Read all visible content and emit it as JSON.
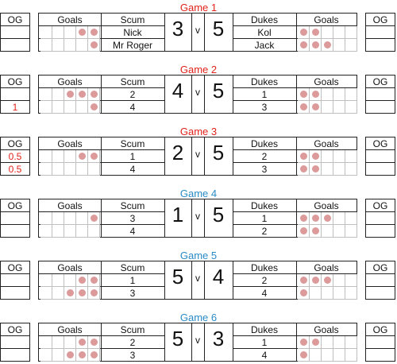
{
  "colors": {
    "title_red": "#e0231b",
    "title_blue": "#2a8bc6",
    "og_value": "#e0231b",
    "goal_dot": "#dc9a9a"
  },
  "games": [
    {
      "title": "Game 1",
      "title_color": "red",
      "og_left_header": "OG",
      "og_left": [
        "",
        ""
      ],
      "og_right_header": "OG",
      "og_right": [
        "",
        ""
      ],
      "left_goals_header": "Goals",
      "left_goals": [
        [
          0,
          0,
          0,
          1,
          1
        ],
        [
          0,
          0,
          0,
          0,
          1
        ]
      ],
      "home_team": "Scum",
      "home_players": [
        "Nick",
        "Mr Roger"
      ],
      "home_score": "3",
      "vs": "v",
      "away_score": "5",
      "away_team": "Dukes",
      "away_players": [
        "Kol",
        "Jack"
      ],
      "right_goals_header": "Goals",
      "right_goals": [
        [
          1,
          1,
          0,
          0,
          0
        ],
        [
          1,
          1,
          1,
          0,
          0
        ]
      ]
    },
    {
      "title": "Game 2",
      "title_color": "red",
      "og_left_header": "OG",
      "og_left": [
        "",
        "1"
      ],
      "og_right_header": "OG",
      "og_right": [
        "",
        ""
      ],
      "left_goals_header": "Goals",
      "left_goals": [
        [
          0,
          0,
          1,
          1,
          1
        ],
        [
          0,
          0,
          0,
          0,
          1
        ]
      ],
      "home_team": "Scum",
      "home_players": [
        "2",
        "4"
      ],
      "home_score": "4",
      "vs": "v",
      "away_score": "5",
      "away_team": "Dukes",
      "away_players": [
        "1",
        "3"
      ],
      "right_goals_header": "Goals",
      "right_goals": [
        [
          1,
          1,
          0,
          0,
          0
        ],
        [
          1,
          1,
          0,
          0,
          0
        ]
      ]
    },
    {
      "title": "Game 3",
      "title_color": "red",
      "og_left_header": "OG",
      "og_left": [
        "0.5",
        "0.5"
      ],
      "og_right_header": "OG",
      "og_right": [
        "",
        ""
      ],
      "left_goals_header": "Goals",
      "left_goals": [
        [
          0,
          0,
          0,
          1,
          1
        ],
        [
          0,
          0,
          0,
          0,
          0
        ]
      ],
      "home_team": "Scum",
      "home_players": [
        "1",
        "4"
      ],
      "home_score": "2",
      "vs": "v",
      "away_score": "5",
      "away_team": "Dukes",
      "away_players": [
        "2",
        "3"
      ],
      "right_goals_header": "Goals",
      "right_goals": [
        [
          1,
          1,
          0,
          0,
          0
        ],
        [
          1,
          1,
          0,
          0,
          0
        ]
      ]
    },
    {
      "title": "Game 4",
      "title_color": "blue",
      "og_left_header": "OG",
      "og_left": [
        "",
        ""
      ],
      "og_right_header": "OG",
      "og_right": [
        "",
        ""
      ],
      "left_goals_header": "Goals",
      "left_goals": [
        [
          0,
          0,
          0,
          0,
          1
        ],
        [
          0,
          0,
          0,
          0,
          0
        ]
      ],
      "home_team": "Scum",
      "home_players": [
        "3",
        "4"
      ],
      "home_score": "1",
      "vs": "v",
      "away_score": "5",
      "away_team": "Dukes",
      "away_players": [
        "1",
        "2"
      ],
      "right_goals_header": "Goals",
      "right_goals": [
        [
          1,
          1,
          1,
          0,
          0
        ],
        [
          1,
          1,
          0,
          0,
          0
        ]
      ]
    },
    {
      "title": "Game 5",
      "title_color": "blue",
      "og_left_header": "OG",
      "og_left": [
        "",
        ""
      ],
      "og_right_header": "OG",
      "og_right": [
        "",
        ""
      ],
      "left_goals_header": "Goals",
      "left_goals": [
        [
          0,
          0,
          0,
          1,
          1
        ],
        [
          0,
          0,
          1,
          1,
          1
        ]
      ],
      "home_team": "Scum",
      "home_players": [
        "1",
        "3"
      ],
      "home_score": "5",
      "vs": "v",
      "away_score": "4",
      "away_team": "Dukes",
      "away_players": [
        "2",
        "4"
      ],
      "right_goals_header": "Goals",
      "right_goals": [
        [
          1,
          1,
          1,
          0,
          0
        ],
        [
          1,
          0,
          0,
          0,
          0
        ]
      ]
    },
    {
      "title": "Game 6",
      "title_color": "blue",
      "og_left_header": "OG",
      "og_left": [
        "",
        ""
      ],
      "og_right_header": "OG",
      "og_right": [
        "",
        ""
      ],
      "left_goals_header": "Goals",
      "left_goals": [
        [
          0,
          0,
          0,
          1,
          1
        ],
        [
          0,
          0,
          1,
          1,
          1
        ]
      ],
      "home_team": "Scum",
      "home_players": [
        "2",
        "3"
      ],
      "home_score": "5",
      "vs": "v",
      "away_score": "3",
      "away_team": "Dukes",
      "away_players": [
        "1",
        "4"
      ],
      "right_goals_header": "Goals",
      "right_goals": [
        [
          1,
          1,
          0,
          0,
          0
        ],
        [
          1,
          0,
          0,
          0,
          0
        ]
      ]
    }
  ]
}
